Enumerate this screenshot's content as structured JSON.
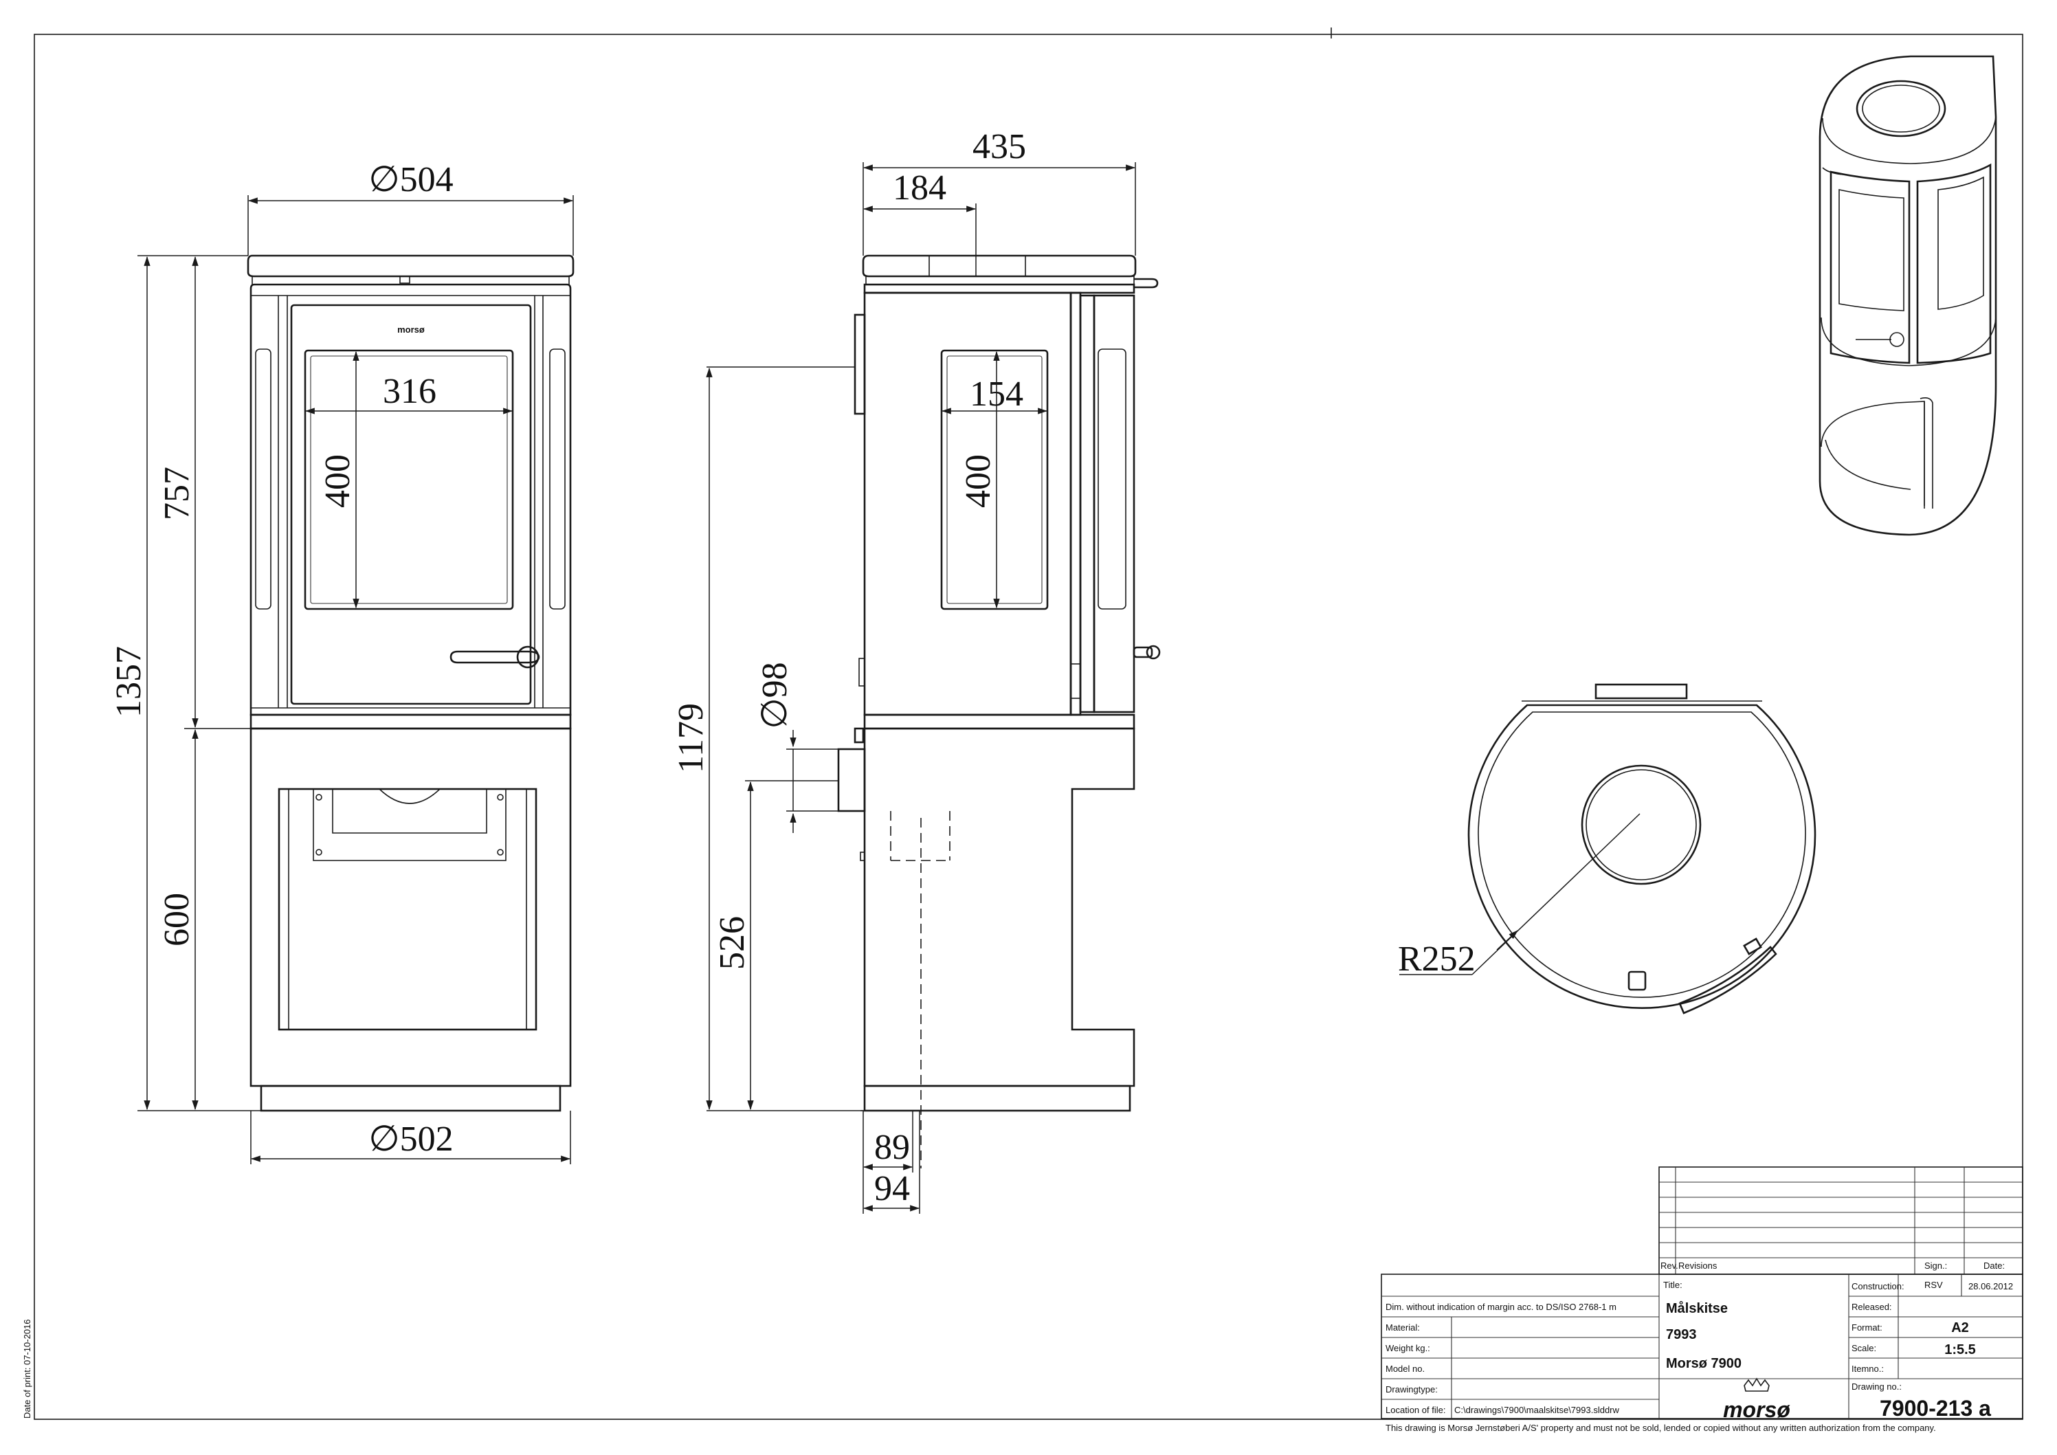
{
  "dimensions": {
    "front_top_width": "∅504",
    "front_bottom_width": "∅502",
    "front_window_width": "316",
    "front_window_height": "400",
    "front_total_height": "1357",
    "front_stove_height": "757",
    "front_base_height": "600",
    "side_total_depth": "435",
    "side_flue_offset": "184",
    "side_window_width": "154",
    "side_window_height": "400",
    "side_flue_height": "1179",
    "side_rear_flue_dia": "∅98",
    "side_rear_flue_center": "526",
    "side_base_offset_1": "89",
    "side_base_offset_2": "94",
    "top_radius": "R252"
  },
  "logo": {
    "front_badge": "morsø"
  },
  "print_date": "Date of print: 07-10-2016",
  "title_block": {
    "dim_note": "Dim. without indication of margin acc. to DS/ISO 2768-1 m",
    "labels": {
      "material": "Material:",
      "weight": "Weight kg.:",
      "model_no": "Model no.",
      "drawingtype": "Drawingtype:",
      "location": "Location of file:",
      "rev": "Rev.",
      "revisions": "Revisions",
      "sign": "Sign.:",
      "date": "Date:",
      "title": "Title:",
      "construction": "Construction:",
      "released": "Released:",
      "format": "Format:",
      "scale": "Scale:",
      "itemno": "Itemno.:",
      "drawing_no": "Drawing no.:"
    },
    "location_value": "C:\\drawings\\7900\\maalskitse\\7993.slddrw",
    "title_line1": "Målskitse",
    "title_line2": "7993",
    "title_line3": "Morsø 7900",
    "construction_sign": "RSV",
    "construction_date": "28.06.2012",
    "format_value": "A2",
    "scale_value": "1:5.5",
    "drawing_no_value": "7900-213 a",
    "logo_text": "morsø",
    "copyright": "This drawing is Morsø Jernstøberi A/S' property and must not be sold, lended or copied without any written authorization from the company."
  }
}
